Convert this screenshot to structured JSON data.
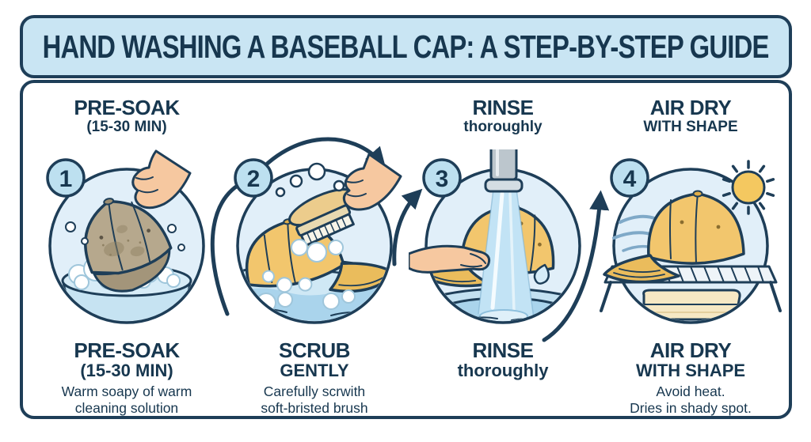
{
  "title": "HAND WASHING A BASEBALL CAP: A STEP-BY-STEP GUIDE",
  "steps": [
    {
      "number": "1",
      "top_title": "PRE-SOAK",
      "top_subtitle": "(15-30 MIN)",
      "bottom_title": "PRE-SOAK",
      "bottom_subtitle": "(15-30 MIN)",
      "description_line1": "Warm soapy of warm",
      "description_line2": "cleaning solution",
      "illustration": "hand-dipping-dirty-cap-into-sudsy-basin"
    },
    {
      "number": "2",
      "top_title": "",
      "top_subtitle": "",
      "bottom_title": "SCRUB",
      "bottom_subtitle": "GENTLY",
      "description_line1": "Carefully scrwith",
      "description_line2": "soft-bristed brush",
      "illustration": "hand-scrubbing-cap-with-brush-in-water"
    },
    {
      "number": "3",
      "top_title": "RINSE",
      "top_subtitle": "thoroughly",
      "bottom_title": "RINSE",
      "bottom_subtitle": "thoroughly",
      "description_line1": "",
      "description_line2": "",
      "illustration": "rinsing-cap-under-running-faucet"
    },
    {
      "number": "4",
      "top_title": "AIR DRY",
      "top_subtitle": "WITH SHAPE",
      "bottom_title": "AIR DRY",
      "bottom_subtitle": "WITH SHAPE",
      "description_line1": "Avoid heat.",
      "description_line2": "Dries in shady spot.",
      "illustration": "cap-air-drying-on-wire-rack-with-sun-and-breeze"
    }
  ],
  "colors": {
    "navy": "#1e3e58",
    "text": "#17374f",
    "banner_bg": "#c9e5f3",
    "circle_bg": "#e1eff9",
    "badge_bg": "#bde0f0",
    "cap_yellow": "#f2c66d",
    "cap_brim": "#eabc5c",
    "dirty_cap": "#b6a88d",
    "dirty_brim": "#a3957a",
    "skin": "#f6c8a0",
    "water": "#aad4ec",
    "basin": "#c6e3f2",
    "towel": "#f6e8c4",
    "sun": "#f4c860",
    "wind": "#7fa9c8",
    "metal": "#bcc6cd"
  }
}
